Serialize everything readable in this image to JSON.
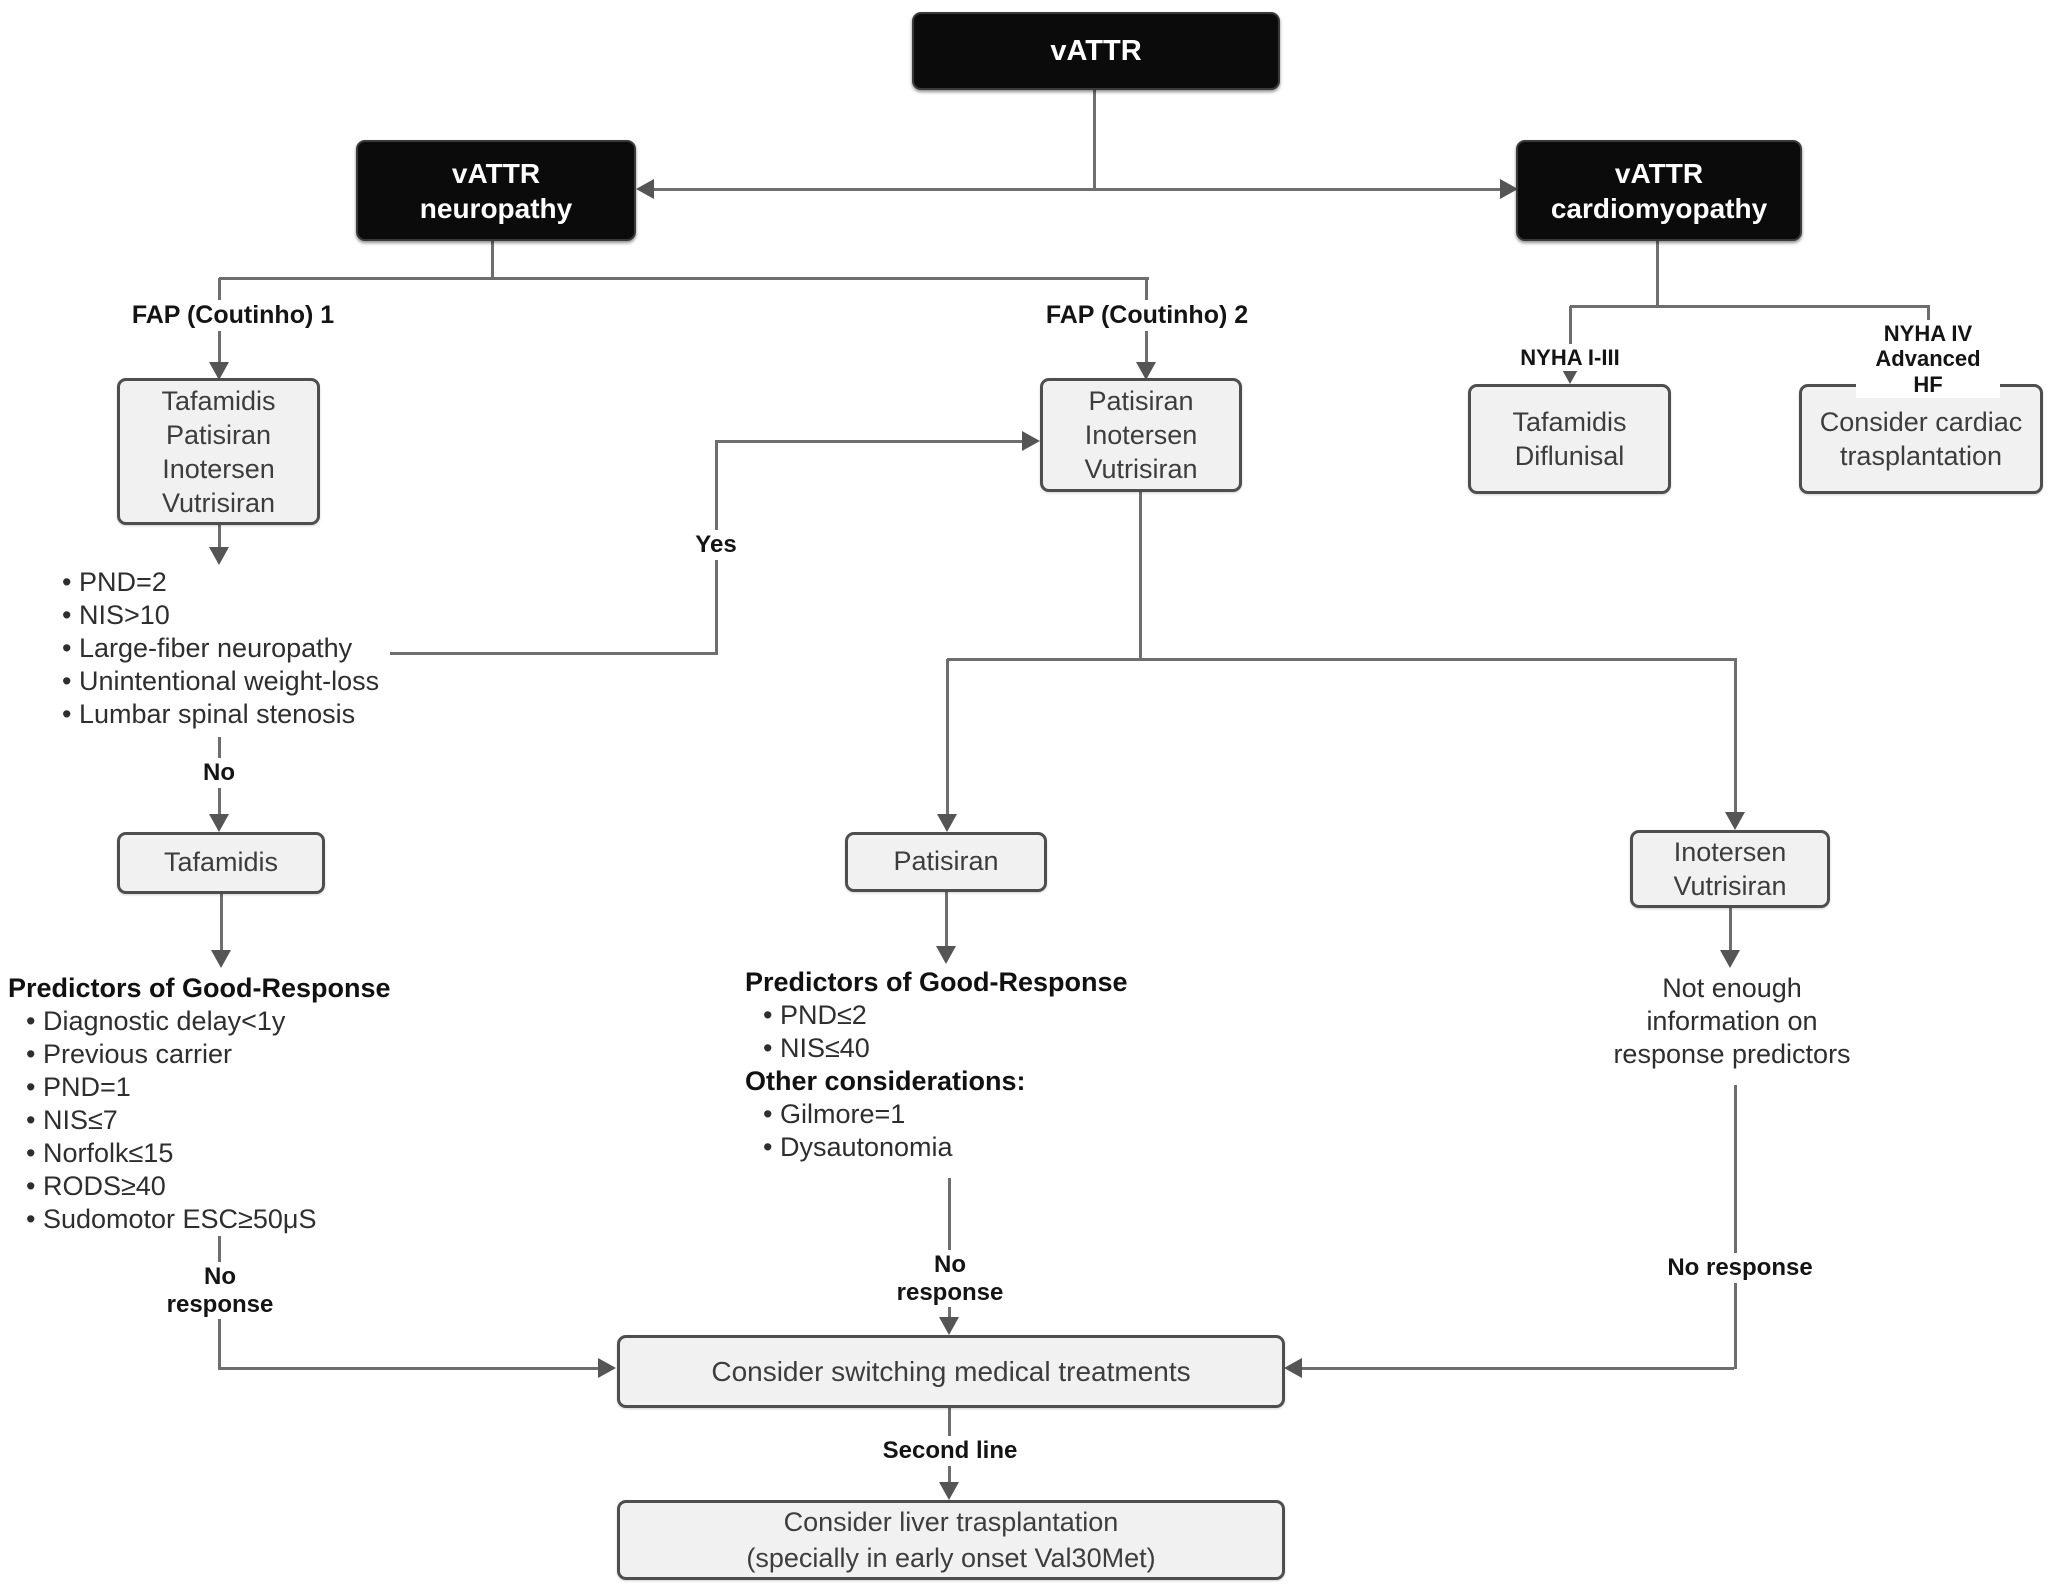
{
  "colors": {
    "dark_node_bg": "#0b0b0b",
    "dark_node_text": "#ffffff",
    "light_node_bg": "#f1f1f2",
    "node_border": "#4e4e4e",
    "connector_line": "#6e6e6e",
    "arrowhead": "#555555",
    "label_text": "#141414",
    "body_text": "#2e2e2e"
  },
  "nodes": {
    "root": {
      "label": "vATTR"
    },
    "neuropathy": {
      "lines": [
        "vATTR",
        "neuropathy"
      ]
    },
    "cardiomyopathy": {
      "lines": [
        "vATTR",
        "cardiomyopathy"
      ]
    },
    "fap1_options": {
      "lines": [
        "Tafamidis",
        "Patisiran",
        "Inotersen",
        "Vutrisiran"
      ]
    },
    "fap2_options": {
      "lines": [
        "Patisiran",
        "Inotersen",
        "Vutrisiran"
      ]
    },
    "tafamidis_diflunisal": {
      "lines": [
        "Tafamidis",
        "Diflunisal"
      ]
    },
    "cardiac_transplant": {
      "lines": [
        "Consider cardiac",
        "trasplantation"
      ]
    },
    "tafamidis": {
      "label": "Tafamidis"
    },
    "patisiran": {
      "label": "Patisiran"
    },
    "inotersen_vutrisiran": {
      "lines": [
        "Inotersen",
        "Vutrisiran"
      ]
    },
    "switch_treatments": {
      "label": "Consider switching medical treatments"
    },
    "liver_transplant": {
      "lines": [
        "Consider liver trasplantation",
        "(specially in early onset Val30Met)"
      ]
    }
  },
  "edge_labels": {
    "fap1": "FAP (Coutinho) 1",
    "fap2": "FAP (Coutinho) 2",
    "nyha_1_3": "NYHA I-III",
    "nyha_4": {
      "lines": [
        "NYHA IV",
        "Advanced HF"
      ]
    },
    "yes": "Yes",
    "no": "No",
    "no_response": "No response",
    "second_line": "Second line"
  },
  "criteria": {
    "coutinho1": {
      "items": [
        "PND=2",
        "NIS>10",
        "Large-fiber neuropathy",
        "Unintentional weight-loss",
        "Lumbar spinal stenosis"
      ]
    },
    "tafamidis_predictors": {
      "title": "Predictors of Good-Response",
      "items": [
        "Diagnostic delay<1y",
        "Previous carrier",
        "PND=1",
        "NIS≤7",
        "Norfolk≤15",
        "RODS≥40",
        "Sudomotor ESC≥50μS"
      ]
    },
    "patisiran_predictors": {
      "title": "Predictors of Good-Response",
      "items": [
        "PND≤2",
        "NIS≤40"
      ],
      "subtitle": "Other considerations:",
      "sub_items": [
        "Gilmore=1",
        "Dysautonomia"
      ]
    },
    "inotersen_note": {
      "lines": [
        "Not enough",
        "information on",
        "response predictors"
      ]
    }
  }
}
